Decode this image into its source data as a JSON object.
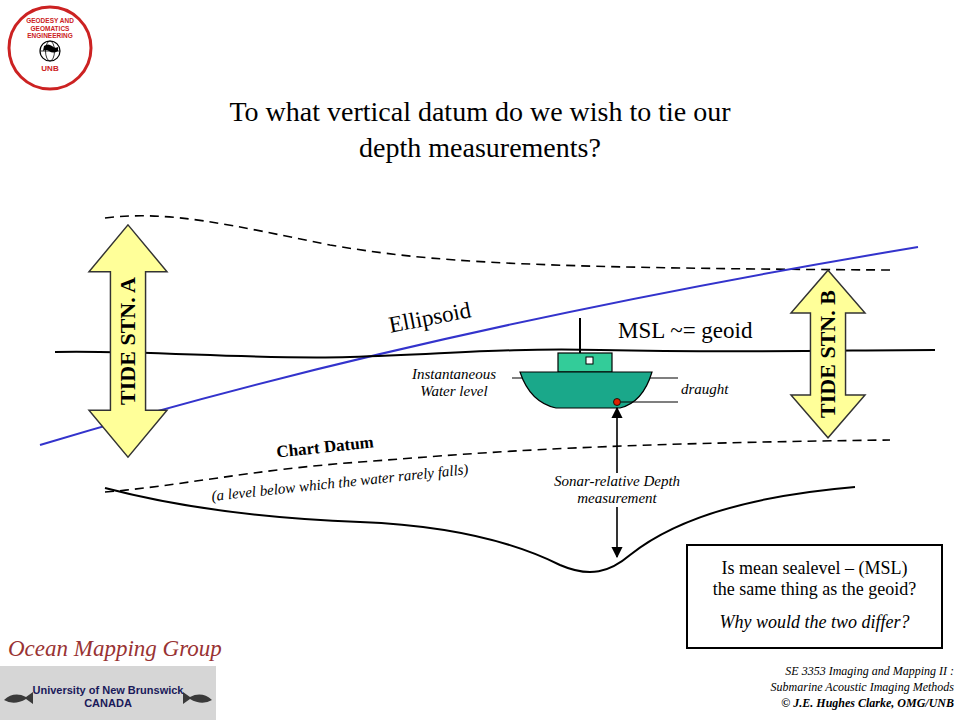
{
  "diagram": {
    "title": "To what vertical datum do we wish to tie our depth measurements?",
    "nodes": [
      {
        "text": [
          "GEODESY AND GEOMATICS ENGINEERING",
          "UNB"
        ]
      },
      {
        "text": [
          "TIDE STN. A"
        ]
      },
      {
        "text": [
          "TIDE STN. B"
        ]
      },
      {
        "text": [
          "Is mean sealevel – (MSL) the same thing as the geoid?",
          "Why would the two differ?"
        ]
      }
    ],
    "labels": [
      "Ellipsoid",
      "MSL ~= geoid",
      "Instantaneous Water level",
      "draught",
      "Chart Datum",
      "(a level below which the water rarely falls)",
      "Sonar-relative Depth measurement",
      "Ocean Mapping Group",
      "University of New Brunswick CANADA",
      "SE 3353 Imaging and Mapping II :",
      "Submarine Acoustic Imaging Methods",
      "© J.E. Hughes Clarke, OMG/UNB"
    ]
  }
}
